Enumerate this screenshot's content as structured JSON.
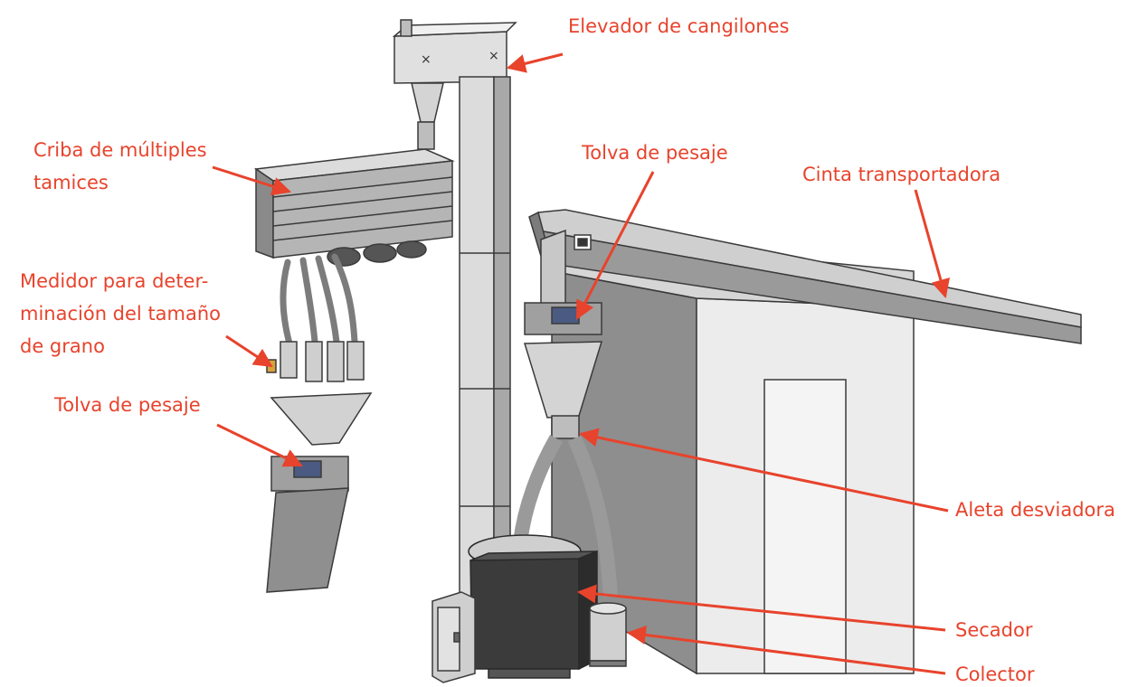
{
  "colors": {
    "label": "#e8432c",
    "arrow": "#e8432c",
    "steel_light": "#e4e4e4",
    "steel_mid": "#bdbdbd",
    "steel_dark": "#7c7c7c",
    "outline": "#3a3a3a",
    "dryer": "#3b3b3b"
  },
  "labels": {
    "elevator": "Elevador de cangilones",
    "sieve_line1": "Criba de múltiples",
    "sieve_line2": "tamices",
    "meter_line1": "Medidor para deter-",
    "meter_line2": "minación del tamaño",
    "meter_line3": "de grano",
    "hopper_left": "Tolva de pesaje",
    "hopper_right": "Tolva de pesaje",
    "conveyor": "Cinta transportadora",
    "diverter": "Aleta desviadora",
    "dryer": "Secador",
    "collector": "Colector"
  }
}
